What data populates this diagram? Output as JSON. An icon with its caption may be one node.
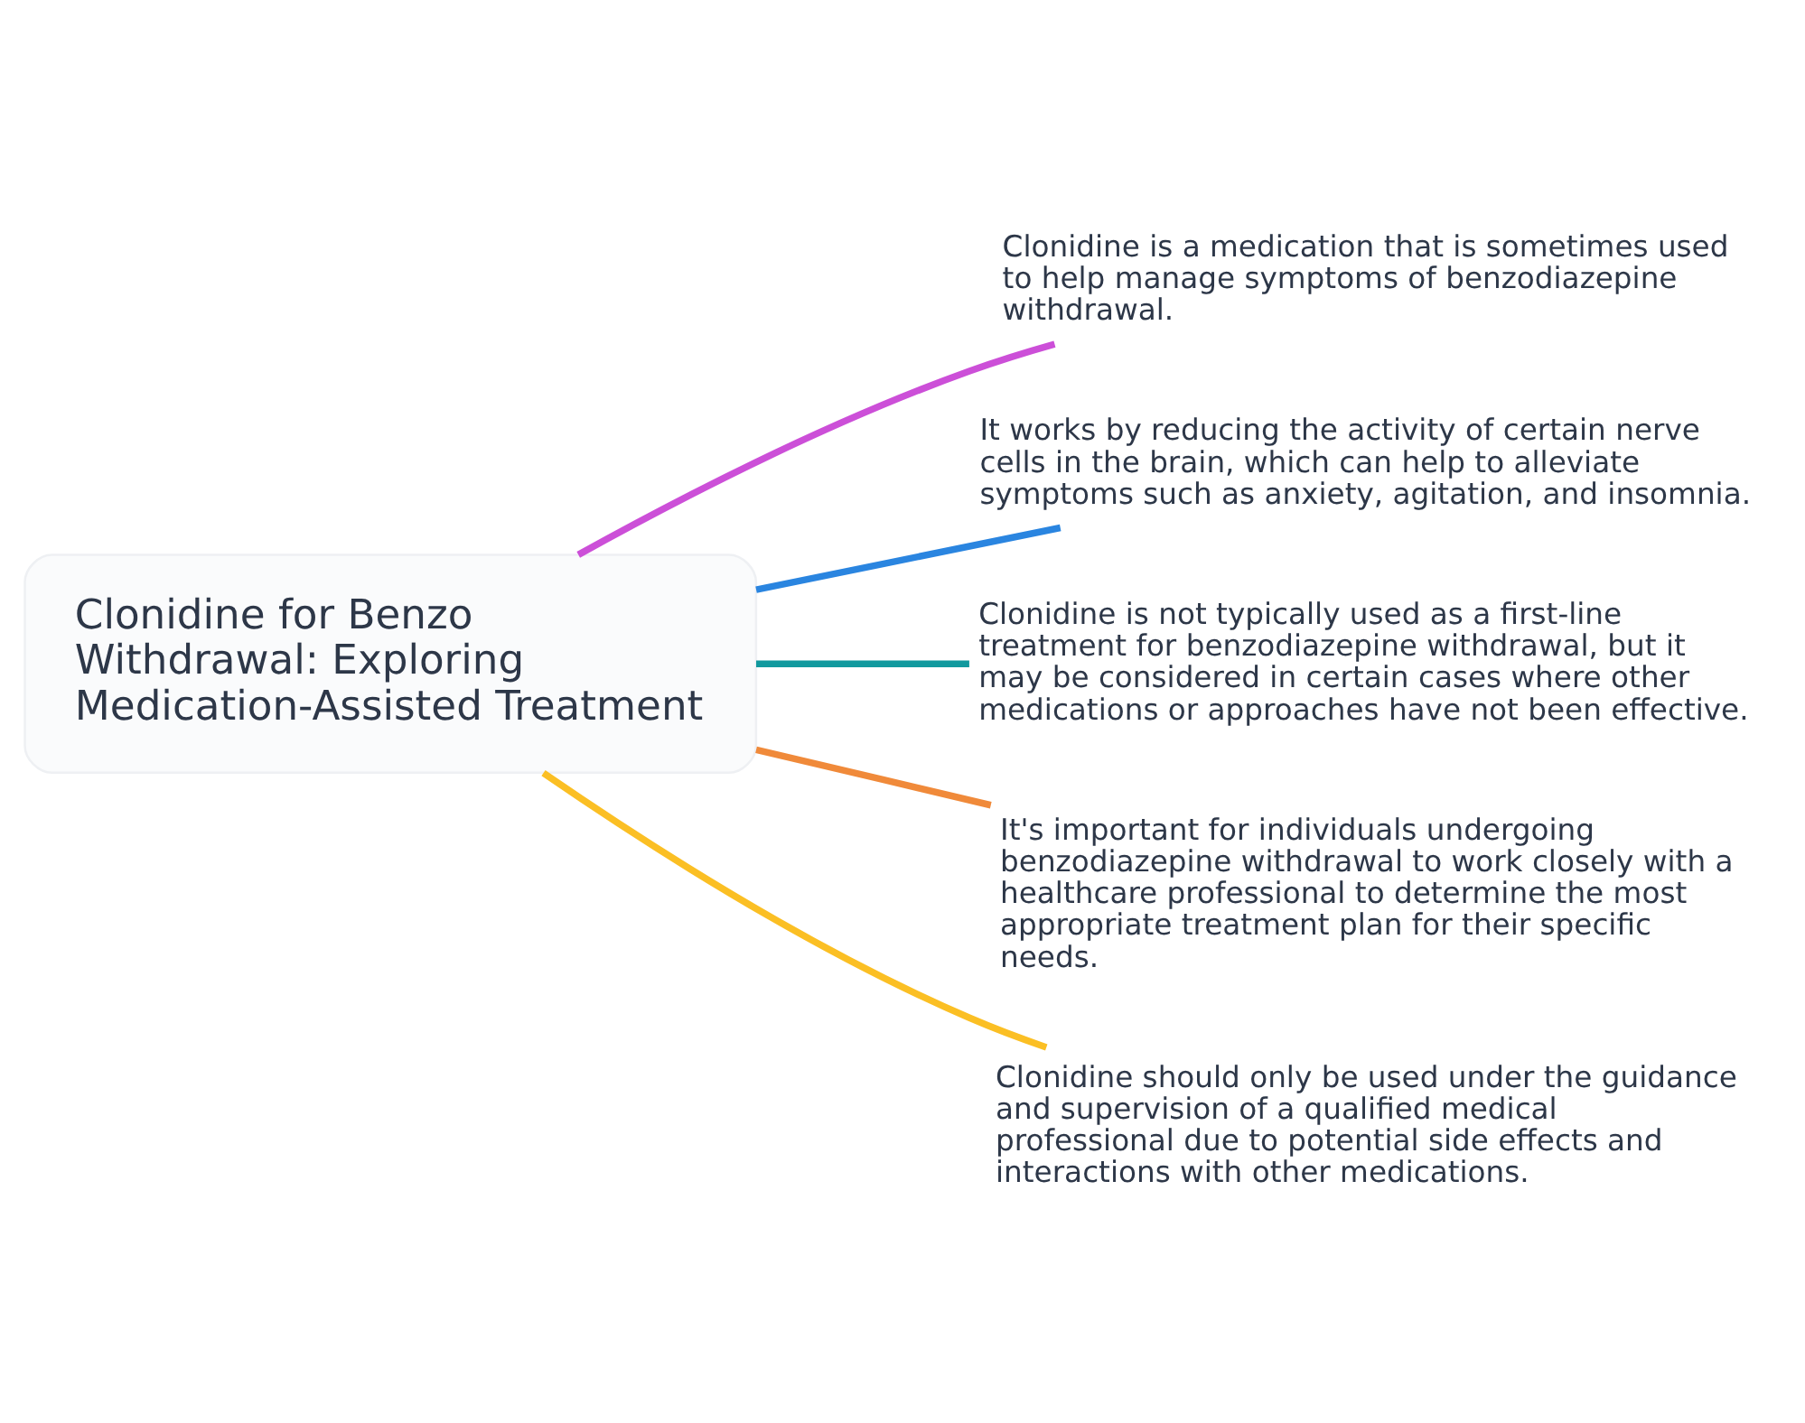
{
  "diagram": {
    "nodes": [
      {
        "text": [
          "Clonidine for Benzo Withdrawal: Exploring Medication-Assisted Treatment"
        ]
      },
      {
        "text": [
          "Clonidine is a medication that is sometimes used to help manage symptoms of benzodiazepine withdrawal."
        ]
      },
      {
        "text": [
          "It works by reducing the activity of certain nerve cells in the brain, which can help to alleviate symptoms such as anxiety, agitation, and insomnia."
        ]
      },
      {
        "text": [
          "Clonidine is not typically used as a first-line treatment for benzodiazepine withdrawal, but it may be considered in certain cases where other medications or approaches have not been effective."
        ]
      },
      {
        "text": [
          "It's important for individuals undergoing benzodiazepine withdrawal to work closely with a healthcare professional to determine the most appropriate treatment plan for their specific needs."
        ]
      },
      {
        "text": [
          "Clonidine should only be used under the guidance and supervision of a qualified medical professional due to potential side effects and interactions with other medications."
        ]
      }
    ],
    "edges": [
      {
        "from": 0,
        "to": 1,
        "arrow": "none",
        "color": "#cc4fd8"
      },
      {
        "from": 0,
        "to": 2,
        "arrow": "none",
        "color": "#2a85e0"
      },
      {
        "from": 0,
        "to": 3,
        "arrow": "none",
        "color": "#11999e"
      },
      {
        "from": 0,
        "to": 4,
        "arrow": "none",
        "color": "#f08a3a"
      },
      {
        "from": 0,
        "to": 5,
        "arrow": "none",
        "color": "#fbbf24"
      }
    ]
  }
}
